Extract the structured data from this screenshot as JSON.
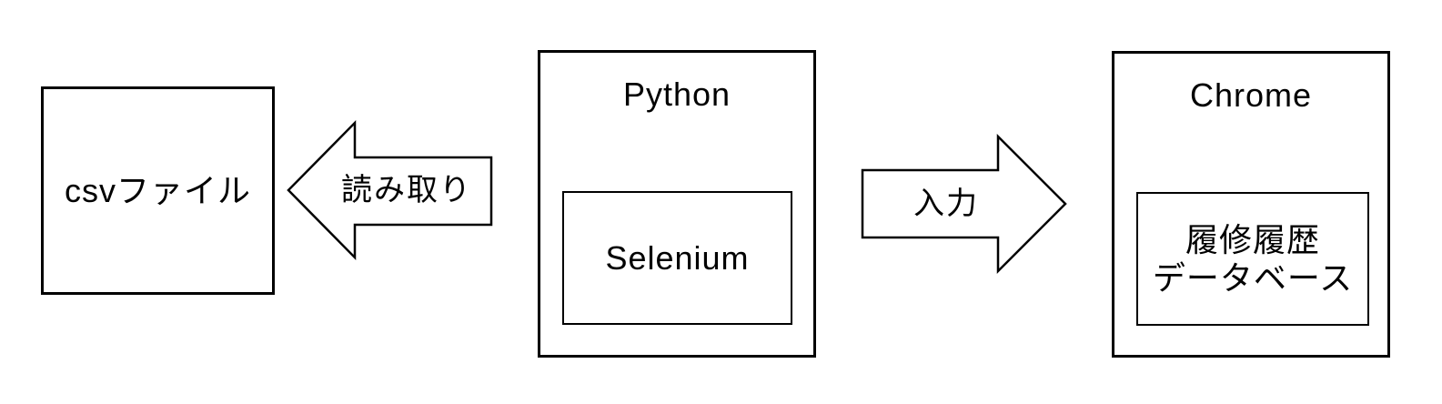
{
  "diagram": {
    "background_color": "#ffffff",
    "line_color": "#000000",
    "csv_box": {
      "label": "csvファイル"
    },
    "read_arrow": {
      "label": "読み取り",
      "direction": "left"
    },
    "python_box": {
      "title": "Python",
      "selenium_box": {
        "label": "Selenium"
      }
    },
    "input_arrow": {
      "label": "入力",
      "direction": "right"
    },
    "chrome_box": {
      "title": "Chrome",
      "database_box": {
        "label_line1": "履修履歴",
        "label_line2": "データベース"
      }
    }
  }
}
